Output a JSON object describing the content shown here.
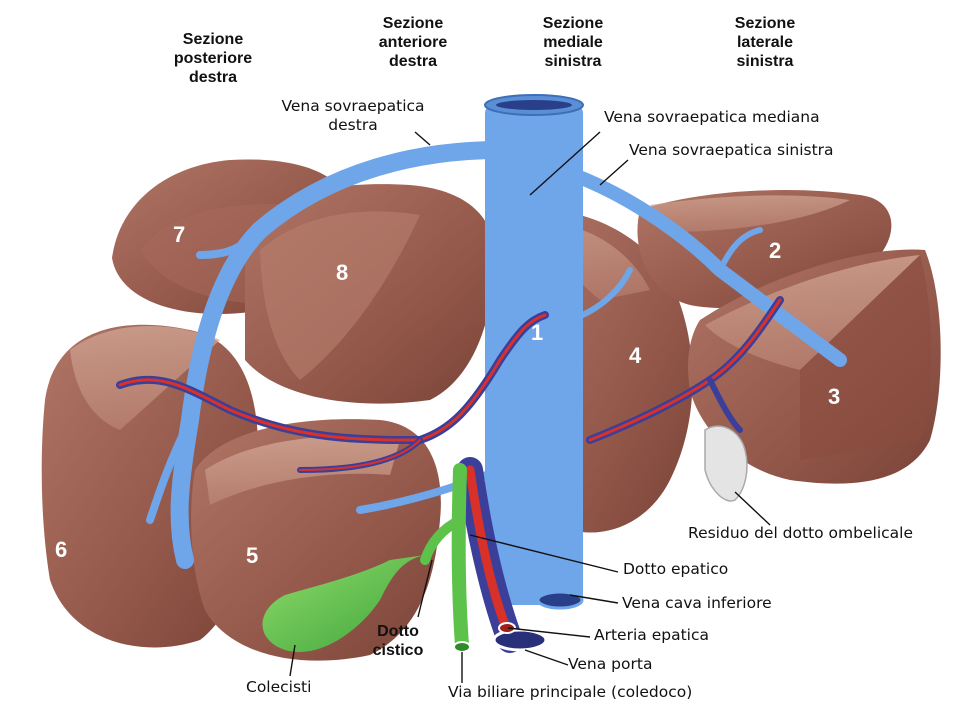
{
  "sections": {
    "posterior_right": "Sezione\nposteriore\ndestra",
    "anterior_right": "Sezione\nanteriore\ndestra",
    "medial_left": "Sezione\nmediale\nsinistra",
    "lateral_left": "Sezione\nlaterale\nsinistra"
  },
  "segments": [
    "1",
    "2",
    "3",
    "4",
    "5",
    "6",
    "7",
    "8"
  ],
  "labels": {
    "right_hepatic_vein": "Vena sovraepatica\ndestra",
    "middle_hepatic_vein": "Vena sovraepatica mediana",
    "left_hepatic_vein": "Vena sovraepatica sinistra",
    "umbilical_remnant": "Residuo del dotto ombelicale",
    "hepatic_duct": "Dotto epatico",
    "ivc": "Vena cava inferiore",
    "hepatic_artery": "Arteria epatica",
    "portal_vein": "Vena porta",
    "common_bile_duct": "Via biliare principale (coledoco)",
    "cystic_duct": "Dotto\ncistico",
    "gallbladder": "Colecisti"
  },
  "colors": {
    "liver": "#9a5a4c",
    "liver_light": "#c99585",
    "vein": "#6fa6ea",
    "portal": "#3b3f9a",
    "artery": "#d8312a",
    "bile": "#5cc24a"
  }
}
